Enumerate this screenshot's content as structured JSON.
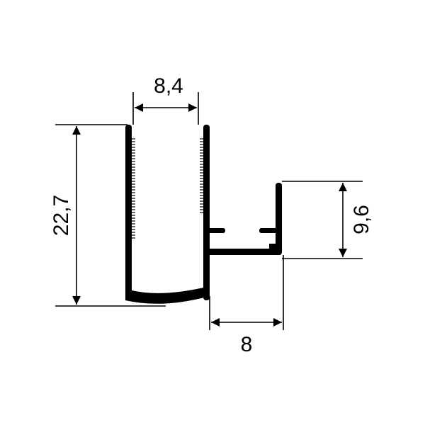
{
  "dimensions": {
    "top_width": "8,4",
    "left_height": "22,7",
    "right_height": "9,6",
    "bottom_width": "8"
  },
  "colors": {
    "profile": "#000000",
    "line": "#000000",
    "background": "#ffffff"
  }
}
